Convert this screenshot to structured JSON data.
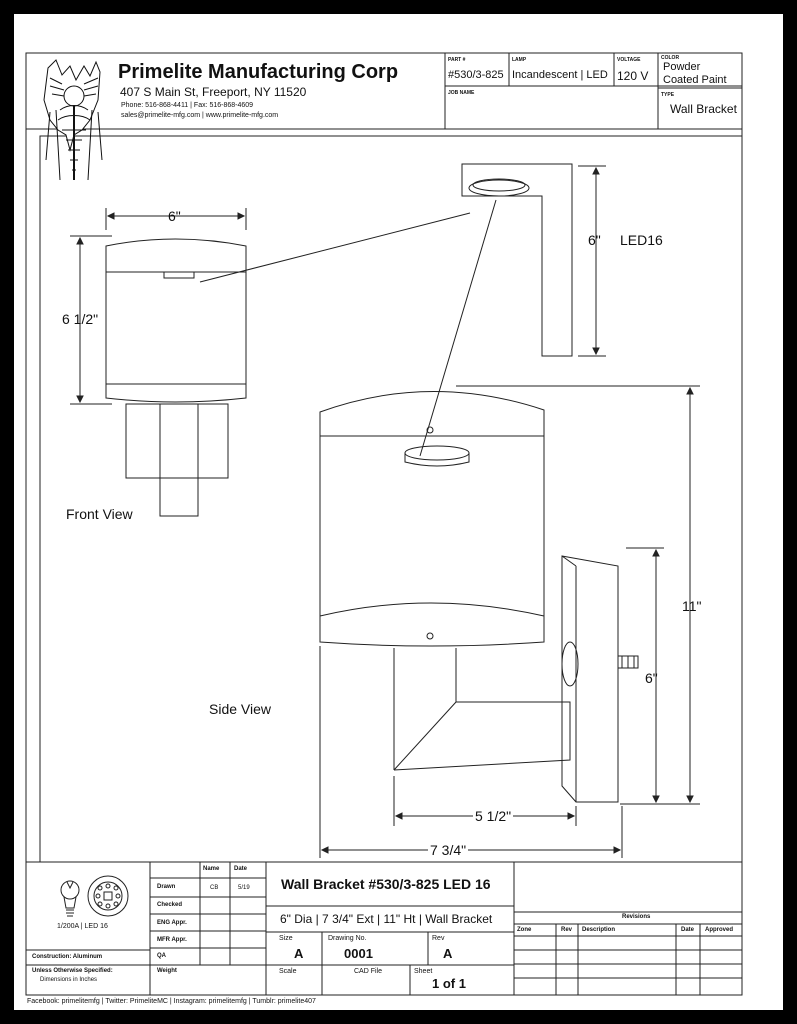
{
  "company": {
    "name": "Primelite Manufacturing Corp",
    "address": "407 S Main St, Freeport, NY 11520",
    "phone_fax": "Phone: 516-868-4411 | Fax: 516-868-4609",
    "email_web": "sales@primelite-mfg.com | www.primelite-mfg.com"
  },
  "title_block_top": {
    "part_label": "PART #",
    "part_value": "#530/3-825",
    "lamp_label": "LAMP",
    "lamp_value": "Incandescent | LED",
    "voltage_label": "VOLTAGE",
    "voltage_value": "120 V",
    "color_label": "COLOR",
    "color_value_1": "Powder",
    "color_value_2": "Coated Paint",
    "job_label": "JOB NAME",
    "type_label": "TYPE",
    "type_value": "Wall Bracket"
  },
  "drawing": {
    "front_width": "6\"",
    "front_height": "6 1/2\"",
    "front_view_label": "Front View",
    "led_height": "6\"",
    "led_label": "LED16",
    "total_height": "11\"",
    "plate_height": "6\"",
    "arm_extension": "5 1/2\"",
    "total_extension": "7 3/4\"",
    "side_view_label": "Side View"
  },
  "bottom": {
    "lamp_spec": "1/200A | LED 16",
    "construction": "Construction: Aluminum",
    "unless_specified": "Unless Otherwise Specified:",
    "dimensions_in": "Dimensions in Inches",
    "header_name": "Name",
    "header_date": "Date",
    "rows": [
      "Drawn",
      "Checked",
      "ENG Appr.",
      "MFR Appr.",
      "QA"
    ],
    "drawn_name": "CB",
    "drawn_date": "5/19",
    "weight_label": "Weight",
    "title": "Wall Bracket #530/3-825 LED 16",
    "subtitle": "6\" Dia | 7 3/4\" Ext | 11\" Ht | Wall Bracket",
    "size_label": "Size",
    "size_value": "A",
    "drawing_no_label": "Drawing  No.",
    "drawing_no_value": "0001",
    "rev_label": "Rev",
    "rev_value": "A",
    "scale_label": "Scale",
    "cad_label": "CAD File",
    "sheet_label": "Sheet",
    "sheet_value": "1 of 1",
    "revisions_title": "Revisions",
    "rev_headers": [
      "Zone",
      "Rev",
      "Description",
      "Date",
      "Approved"
    ]
  },
  "footer": "Facebook: primelitemfg | Twitter: PrimeliteMC | Instagram: primelitemfg | Tumblr: primelite407"
}
